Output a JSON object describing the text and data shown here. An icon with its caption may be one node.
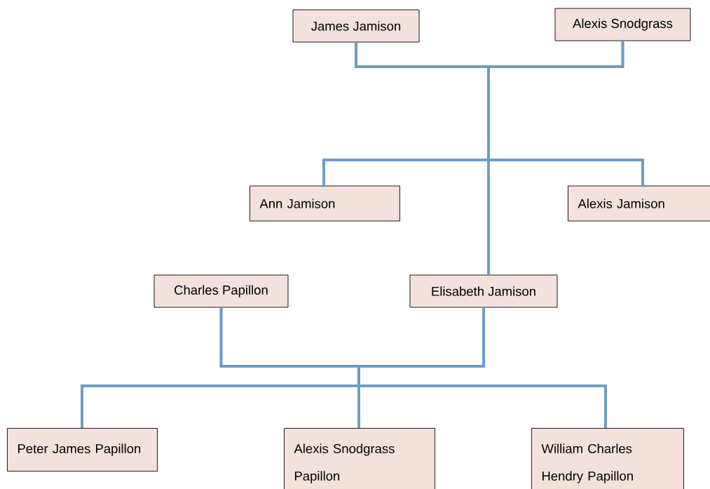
{
  "diagram": {
    "nodes": [
      {
        "text": [
          "James Jamison"
        ]
      },
      {
        "text": [
          "Alexis Snodgrass"
        ]
      },
      {
        "text": [
          "Ann Jamison"
        ]
      },
      {
        "text": [
          "Alexis Jamison"
        ]
      },
      {
        "text": [
          "Charles Papillon"
        ]
      },
      {
        "text": [
          "Elisabeth Jamison"
        ]
      },
      {
        "text": [
          "Peter James Papillon"
        ]
      },
      {
        "text": [
          "Alexis Snodgrass Papillon"
        ]
      },
      {
        "text": [
          "William Charles Hendry Papillon"
        ]
      }
    ],
    "edges": [
      {
        "from": 0,
        "to": 2,
        "arrow": "none"
      },
      {
        "from": 0,
        "to": 3,
        "arrow": "none"
      },
      {
        "from": 0,
        "to": 5,
        "arrow": "none"
      },
      {
        "from": 1,
        "to": 2,
        "arrow": "none"
      },
      {
        "from": 1,
        "to": 3,
        "arrow": "none"
      },
      {
        "from": 1,
        "to": 5,
        "arrow": "none"
      },
      {
        "from": 4,
        "to": 6,
        "arrow": "none"
      },
      {
        "from": 4,
        "to": 7,
        "arrow": "none"
      },
      {
        "from": 4,
        "to": 8,
        "arrow": "none"
      },
      {
        "from": 5,
        "to": 6,
        "arrow": "none"
      },
      {
        "from": 5,
        "to": 7,
        "arrow": "none"
      },
      {
        "from": 5,
        "to": 8,
        "arrow": "none"
      }
    ]
  }
}
